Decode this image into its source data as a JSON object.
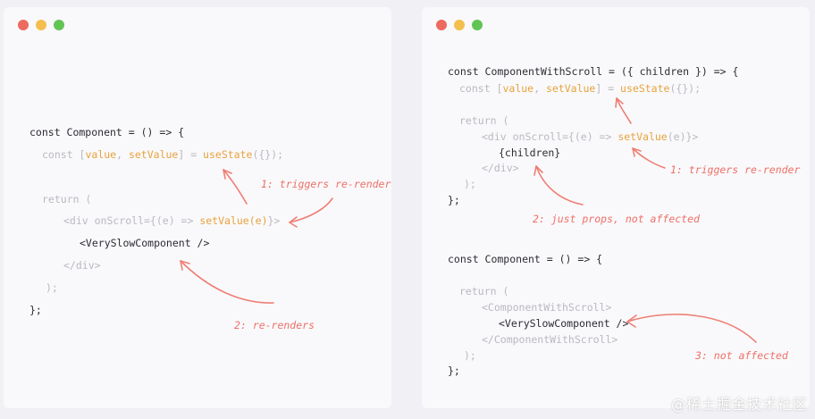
{
  "left": {
    "lines": [
      [
        {
          "t": "const Component = () => {",
          "c": "dark"
        }
      ],
      [
        {
          "t": "const [",
          "c": "faded"
        },
        {
          "t": "value",
          "c": "hl"
        },
        {
          "t": ", ",
          "c": "faded"
        },
        {
          "t": "setValue",
          "c": "hl"
        },
        {
          "t": "] = ",
          "c": "faded"
        },
        {
          "t": "useState",
          "c": "hl"
        },
        {
          "t": "({});",
          "c": "faded"
        }
      ],
      [
        {
          "t": "return (",
          "c": "faded"
        }
      ],
      [
        {
          "t": "<div onScroll={(e) => ",
          "c": "faded"
        },
        {
          "t": "setValue(e)",
          "c": "hl"
        },
        {
          "t": "}>",
          "c": "faded"
        }
      ],
      [
        {
          "t": "<VerySlowComponent />",
          "c": "dark"
        }
      ],
      [
        {
          "t": "</div>",
          "c": "faded"
        }
      ],
      [
        {
          "t": ");",
          "c": "faded"
        }
      ],
      [
        {
          "t": "};",
          "c": "dark"
        }
      ]
    ],
    "notes": [
      "1: triggers re-render",
      "2: re-renders"
    ]
  },
  "right": {
    "lines": [
      [
        {
          "t": "const ComponentWithScroll = ({ children }) => {",
          "c": "dark"
        }
      ],
      [
        {
          "t": "const [",
          "c": "faded"
        },
        {
          "t": "value",
          "c": "hl"
        },
        {
          "t": ", ",
          "c": "faded"
        },
        {
          "t": "setValue",
          "c": "hl"
        },
        {
          "t": "] = ",
          "c": "faded"
        },
        {
          "t": "useState",
          "c": "hl"
        },
        {
          "t": "({});",
          "c": "faded"
        }
      ],
      [
        {
          "t": "return (",
          "c": "faded"
        }
      ],
      [
        {
          "t": "<div onScroll={(e) => ",
          "c": "faded"
        },
        {
          "t": "setValue",
          "c": "hl"
        },
        {
          "t": "(e)}>",
          "c": "faded"
        }
      ],
      [
        {
          "t": "{children}",
          "c": "dark"
        }
      ],
      [
        {
          "t": "</div>",
          "c": "faded"
        }
      ],
      [
        {
          "t": ");",
          "c": "faded"
        }
      ],
      [
        {
          "t": "};",
          "c": "dark"
        }
      ],
      [
        {
          "t": "const Component = () => {",
          "c": "dark"
        }
      ],
      [
        {
          "t": "return (",
          "c": "faded"
        }
      ],
      [
        {
          "t": "<ComponentWithScroll>",
          "c": "faded"
        }
      ],
      [
        {
          "t": "<VerySlowComponent />",
          "c": "dark"
        }
      ],
      [
        {
          "t": "</ComponentWithScroll>",
          "c": "faded"
        }
      ],
      [
        {
          "t": ");",
          "c": "faded"
        }
      ],
      [
        {
          "t": "};",
          "c": "dark"
        }
      ]
    ],
    "notes": [
      "1: triggers re-render",
      "2: just props, not affected",
      "3: not affected"
    ]
  },
  "watermark": "@稀土掘金技术社区",
  "colors": {
    "background": "#f0f0f5",
    "panel": "#f9f9fb",
    "text": "#2b2b33",
    "faded": "#b9b9c2",
    "highlight": "#e8a23d",
    "annotation": "#ef6f67",
    "dot_red": "#ec6a5e",
    "dot_yellow": "#f4bf4f",
    "dot_green": "#61c554"
  }
}
